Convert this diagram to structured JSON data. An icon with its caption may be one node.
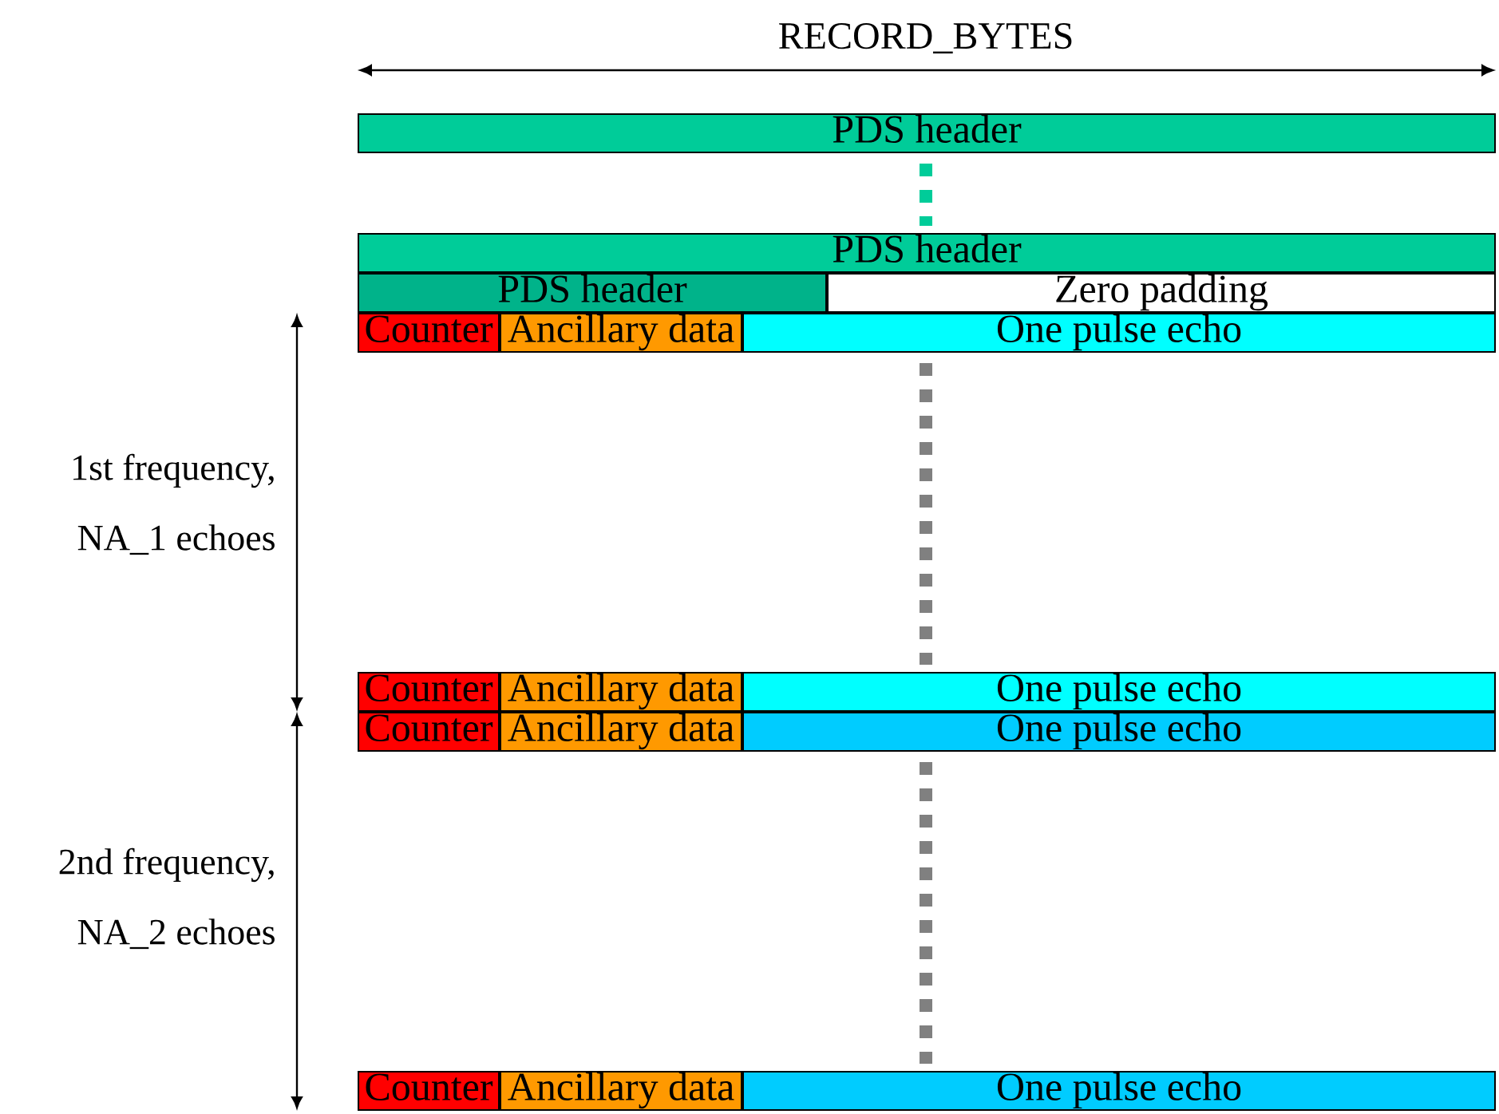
{
  "diagram": {
    "nodes": [
      {
        "text": [
          "PDS header"
        ]
      },
      {
        "text": [
          "PDS header"
        ]
      },
      {
        "text": [
          "PDS header"
        ]
      },
      {
        "text": [
          "Zero padding"
        ]
      },
      {
        "text": [
          "Counter"
        ]
      },
      {
        "text": [
          "Ancillary data"
        ]
      },
      {
        "text": [
          "One pulse echo"
        ]
      },
      {
        "text": [
          "Counter"
        ]
      },
      {
        "text": [
          "Ancillary data"
        ]
      },
      {
        "text": [
          "One pulse echo"
        ]
      },
      {
        "text": [
          "Counter"
        ]
      },
      {
        "text": [
          "Ancillary data"
        ]
      },
      {
        "text": [
          "One pulse echo"
        ]
      },
      {
        "text": [
          "Counter"
        ]
      },
      {
        "text": [
          "Ancillary data"
        ]
      },
      {
        "text": [
          "One pulse echo"
        ]
      }
    ],
    "edges": [
      {
        "from": 0,
        "to": 1,
        "arrow": "none",
        "style": "dashed",
        "color": "#00cc99"
      },
      {
        "from": 6,
        "to": 9,
        "arrow": "none",
        "style": "dashed"
      },
      {
        "from": 12,
        "to": 15,
        "arrow": "none",
        "style": "dashed"
      }
    ],
    "labels": [
      "RECORD_BYTES",
      "1st frequency, NA_1 echoes",
      "2nd frequency, NA_2 echoes"
    ]
  }
}
